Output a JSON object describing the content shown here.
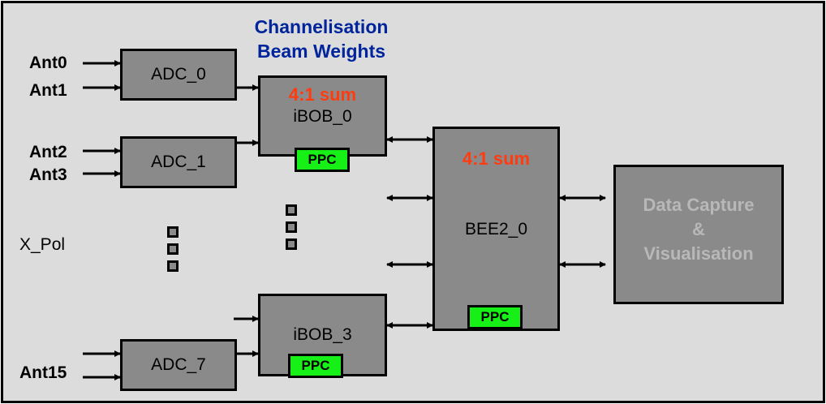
{
  "heading": {
    "line1": "Channelisation",
    "line2": "Beam Weights"
  },
  "inputs": {
    "ant0": "Ant0",
    "ant1": "Ant1",
    "ant2": "Ant2",
    "ant3": "Ant3",
    "ant15": "Ant15",
    "xpol": "X_Pol"
  },
  "adcs": [
    "ADC_0",
    "ADC_1",
    "ADC_7"
  ],
  "ibobs": [
    "iBOB_0",
    "iBOB_3"
  ],
  "bee2": "BEE2_0",
  "sum_label": "4:1 sum",
  "ppc_label": "PPC",
  "data_capture": {
    "line1": "Data Capture",
    "line2": "&",
    "line3": "Visualisation"
  },
  "colors": {
    "background": "#dcdcdc",
    "block": "#8a8a8a",
    "ppc": "#16f016",
    "sum_text": "#ff3b10",
    "heading_text": "#00249c",
    "data_capture_text": "#b8b8b8"
  }
}
